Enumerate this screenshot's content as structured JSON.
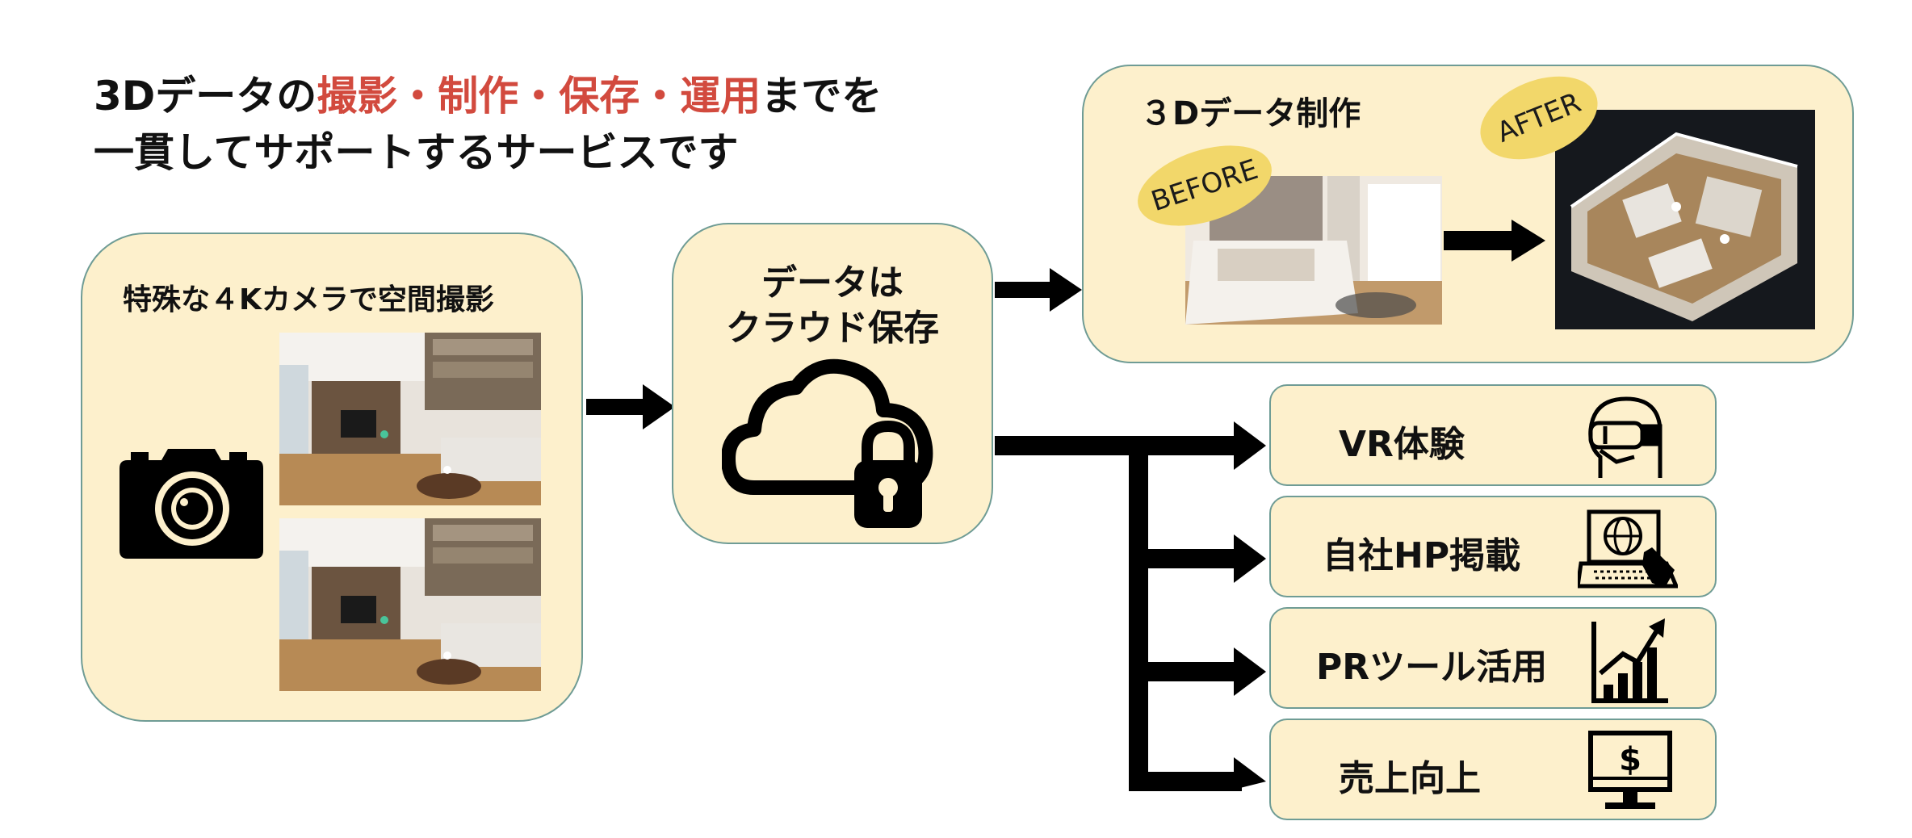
{
  "heading": {
    "line1_prefix": "3Dデータの",
    "line1_highlight": "撮影・制作・保存・運用",
    "line1_suffix": "までを",
    "line2": "一貫してサポートするサービスです",
    "highlight_color": "#d24a3e"
  },
  "capture": {
    "title": "特殊な４Kカメラで空間撮影",
    "icon": "camera-icon"
  },
  "cloud": {
    "line1": "データは",
    "line2": "クラウド保存",
    "icon": "cloud-lock-icon"
  },
  "production": {
    "title": "３Dデータ制作",
    "before_label": "BEFORE",
    "after_label": "AFTER"
  },
  "services": [
    {
      "label": "VR体験",
      "icon": "vr-headset-icon"
    },
    {
      "label": "自社HP掲載",
      "icon": "laptop-globe-icon"
    },
    {
      "label": "PRツール活用",
      "icon": "growth-chart-icon"
    },
    {
      "label": "売上向上",
      "icon": "dollar-monitor-icon"
    }
  ],
  "colors": {
    "box_fill": "#fdf0cc",
    "box_border": "#6f9c95",
    "badge": "#f2d76a"
  }
}
